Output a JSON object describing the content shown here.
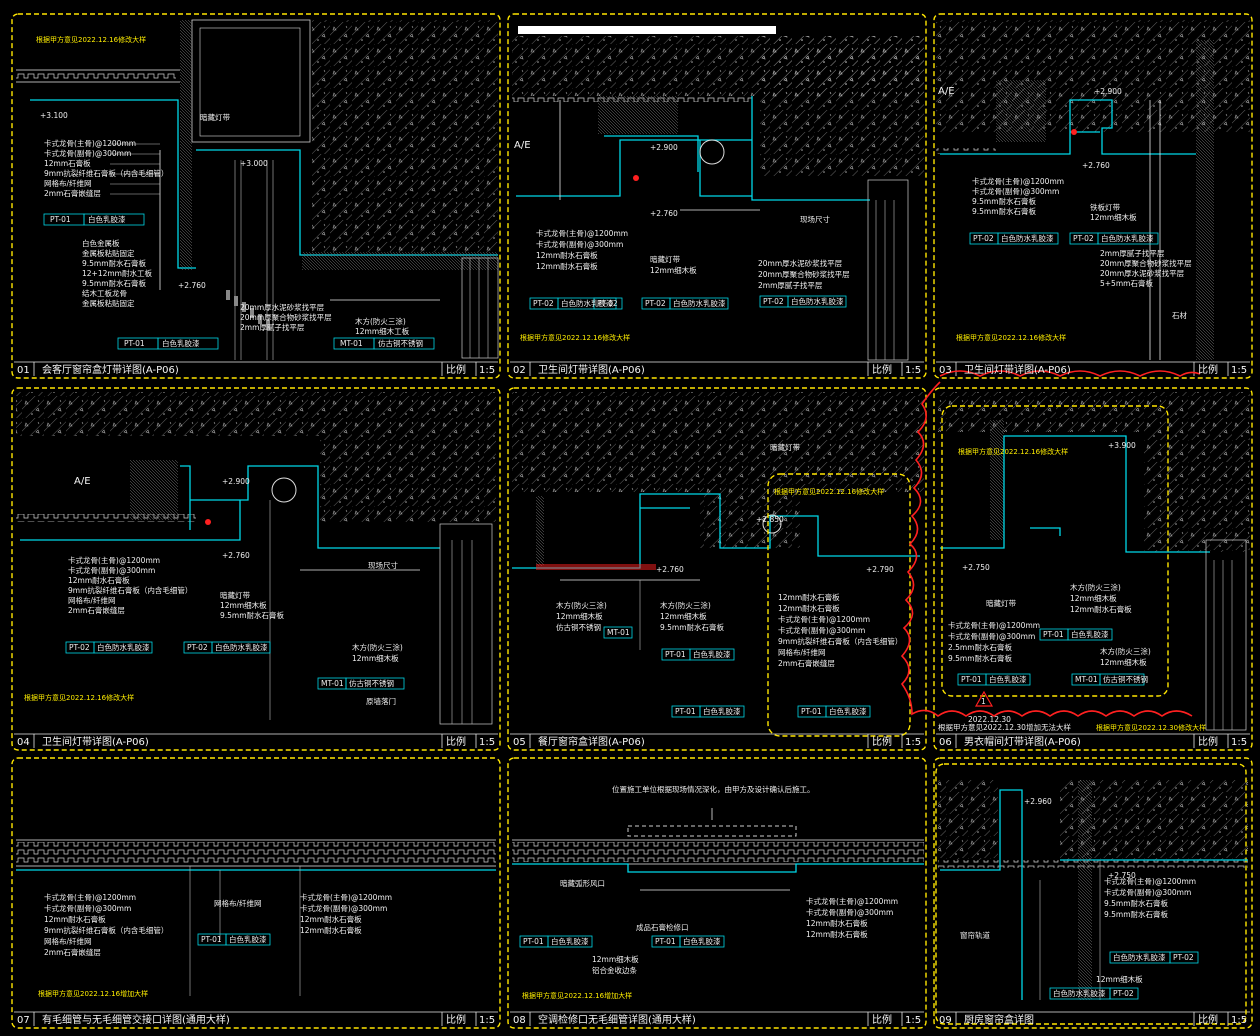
{
  "panels": [
    {
      "num": "01",
      "title": "会客厅窗帘盒灯带详图(A-P06)",
      "scale_label": "比例",
      "scale": "1:5",
      "note": "根据甲方意见2022.12.16修改大样",
      "elev1": "+3.100",
      "elev2": "+3.000",
      "elev3": "+2.760",
      "aside": "暗藏灯带",
      "labels": [
        "卡式龙骨(主骨)@1200mm",
        "卡式龙骨(副骨)@300mm",
        "12mm石膏板",
        "9mm抗裂纤维石膏板（内含毛细管）",
        "网格布/纤维网",
        "2mm石膏嵌缝层"
      ],
      "labels_b": [
        "白色金属板",
        "金属板粘贴固定",
        "9.5mm耐水石膏板",
        "12+12mm耐水工板",
        "9.5mm耐水石膏板",
        "结木工板龙骨",
        "金属板粘贴固定"
      ],
      "labels_c": [
        "20mm厚水泥砂浆找平层",
        "20mm厚聚合物砂浆找平层",
        "2mm厚腻子找平层",
        "木方(防火三涂)",
        "12mm细木工板"
      ],
      "tags": [
        {
          "code": "PT-01",
          "desc": "白色乳胶漆"
        },
        {
          "code": "PT-01",
          "desc": "白色乳胶漆"
        },
        {
          "code": "MT-01",
          "desc": "仿古铜不锈钢"
        }
      ]
    },
    {
      "num": "02",
      "title": "卫生间灯带详图(A-P06)",
      "scale_label": "比例",
      "scale": "1:5",
      "note": "根据甲方意见2022.12.16修改大样",
      "ae": "A/E",
      "elev1": "+2.900",
      "elev2": "+2.760",
      "aside": "现场尺寸",
      "labels": [
        "卡式龙骨(主骨)@1200mm",
        "卡式龙骨(副骨)@300mm",
        "12mm耐水石膏板",
        "12mm耐水石膏板"
      ],
      "labels_b": [
        "暗藏灯带",
        "12mm细木板"
      ],
      "labels_c": [
        "20mm厚水泥砂浆找平层",
        "20mm厚聚合物砂浆找平层",
        "2mm厚腻子找平层"
      ],
      "tags": [
        {
          "code": "PT-02",
          "desc": "白色防水乳胶漆"
        },
        {
          "code": "PT-02",
          "desc": ""
        },
        {
          "code": "PT-02",
          "desc": "白色防水乳胶漆"
        },
        {
          "code": "PT-02",
          "desc": "白色防水乳胶漆"
        }
      ]
    },
    {
      "num": "03",
      "title": "卫生间灯带详图(A-P06)",
      "scale_label": "比例",
      "scale": "1:5",
      "note": "根据甲方意见2022.12.16修改大样",
      "ae": "A/E",
      "elev1": "+2.900",
      "elev2": "+2.760",
      "stone": "石材",
      "labels": [
        "卡式龙骨(主骨)@1200mm",
        "卡式龙骨(副骨)@300mm",
        "9.5mm耐水石膏板",
        "9.5mm耐水石膏板"
      ],
      "labels_b": [
        "铁板灯带",
        "12mm细木板"
      ],
      "labels_c": [
        "2mm厚腻子找平层",
        "20mm厚聚合物砂浆找平层",
        "20mm厚水泥砂浆找平层",
        "5+5mm石膏板"
      ],
      "tags": [
        {
          "code": "PT-02",
          "desc": "白色防水乳胶漆"
        },
        {
          "code": "PT-02",
          "desc": "白色防水乳胶漆"
        }
      ]
    },
    {
      "num": "04",
      "title": "卫生间灯带详图(A-P06)",
      "scale_label": "比例",
      "scale": "1:5",
      "note": "根据甲方意见2022.12.16修改大样",
      "ae": "A/E",
      "elev1": "+2.900",
      "elev2": "+2.760",
      "aside": "现场尺寸",
      "door": "原墙落门",
      "labels": [
        "卡式龙骨(主骨)@1200mm",
        "卡式龙骨(副骨)@300mm",
        "12mm耐水石膏板",
        "9mm抗裂纤维石膏板（内含毛细管）",
        "网格布/纤维网",
        "2mm石膏嵌缝层"
      ],
      "labels_b": [
        "暗藏灯带",
        "12mm细木板",
        "9.5mm耐水石膏板"
      ],
      "labels_c": [
        "木方(防火三涂)",
        "12mm细木板"
      ],
      "tags": [
        {
          "code": "PT-02",
          "desc": "白色防水乳胶漆"
        },
        {
          "code": "PT-02",
          "desc": "白色防水乳胶漆"
        },
        {
          "code": "MT-01",
          "desc": "仿古铜不锈钢"
        }
      ]
    },
    {
      "num": "05",
      "title": "餐厅窗帘盒详图(A-P06)",
      "scale_label": "比例",
      "scale": "1:5",
      "note": "根据甲方意见2022.12.16修改大样",
      "elev1": "+2.850",
      "elev2": "+2.760",
      "elev3": "+2.790",
      "aside": "暗藏灯带",
      "labels": [
        "木方(防火三涂)",
        "12mm细木板",
        "仿古铜不锈钢"
      ],
      "labels_b": [
        "木方(防火三涂)",
        "12mm细木板",
        "9.5mm耐水石膏板"
      ],
      "labels_c": [
        "12mm耐水石膏板",
        "12mm耐水石膏板",
        "卡式龙骨(主骨)@1200mm",
        "卡式龙骨(副骨)@300mm",
        "9mm抗裂纤维石膏板（内含毛细管）",
        "网格布/纤维网",
        "2mm石膏嵌缝层"
      ],
      "tags": [
        {
          "code": "MT-01",
          "desc": ""
        },
        {
          "code": "PT-01",
          "desc": "白色乳胶漆"
        },
        {
          "code": "PT-01",
          "desc": "白色乳胶漆"
        },
        {
          "code": "PT-01",
          "desc": "白色乳胶漆"
        }
      ]
    },
    {
      "num": "06",
      "title": "男衣帽间灯带详图(A-P06)",
      "scale_label": "比例",
      "scale": "1:5",
      "note": "根据甲方意见2022.12.16修改大样",
      "elev1": "+3.900",
      "elev2": "+2.750",
      "aside": "暗藏灯带",
      "labels": [
        "卡式龙骨(主骨)@1200mm",
        "卡式龙骨(副骨)@300mm",
        "2.5mm耐水石膏板",
        "9.5mm耐水石膏板"
      ],
      "labels_b": [
        "木方(防火三涂)",
        "12mm细木板",
        "12mm耐水石膏板"
      ],
      "labels_c": [
        "木方(防火三涂)",
        "12mm细木板"
      ],
      "tags": [
        {
          "code": "PT-01",
          "desc": "白色乳胶漆"
        },
        {
          "code": "PT-01",
          "desc": "白色乳胶漆"
        },
        {
          "code": "MT-01",
          "desc": "仿古铜不锈钢"
        }
      ]
    },
    {
      "num": "07",
      "title": "有毛细管与无毛细管交接口详图(通用大样)",
      "scale_label": "比例",
      "scale": "1:5",
      "note": "根据甲方意见2022.12.16增加大样",
      "labels": [
        "卡式龙骨(主骨)@1200mm",
        "卡式龙骨(副骨)@300mm",
        "12mm耐水石膏板",
        "9mm抗裂纤维石膏板（内含毛细管）",
        "网格布/纤维网",
        "2mm石膏嵌缝层"
      ],
      "labels_b": [
        "网格布/纤维网"
      ],
      "labels_c": [
        "卡式龙骨(主骨)@1200mm",
        "卡式龙骨(副骨)@300mm",
        "12mm耐水石膏板",
        "12mm耐水石膏板"
      ],
      "tags": [
        {
          "code": "PT-01",
          "desc": "白色乳胶漆"
        }
      ]
    },
    {
      "num": "08",
      "title": "空调检修口无毛细管详图(通用大样)",
      "scale_label": "比例",
      "scale": "1:5",
      "note": "根据甲方意见2022.12.16增加大样",
      "top_note": "位置施工单位根据现场情况深化，由甲方及设计确认后施工。",
      "labels": [
        "暗藏弧形风口",
        "成品石膏检修口"
      ],
      "labels_b": [
        "12mm细木板",
        "铝合金收边条"
      ],
      "labels_c": [
        "卡式龙骨(主骨)@1200mm",
        "卡式龙骨(副骨)@300mm",
        "12mm耐水石膏板",
        "12mm耐水石膏板"
      ],
      "tags": [
        {
          "code": "PT-01",
          "desc": "白色乳胶漆"
        },
        {
          "code": "PT-01",
          "desc": "白色乳胶漆"
        }
      ]
    },
    {
      "num": "09",
      "title": "厨房窗帘盒详图",
      "scale_label": "比例",
      "scale": "1:5",
      "note": "根据甲方意见2022.12.16修改大样",
      "elev1": "+2.960",
      "elev2": "+2.750",
      "aside": "窗帘轨道",
      "labels": [
        "卡式龙骨(主骨)@1200mm",
        "卡式龙骨(副骨)@300mm",
        "9.5mm耐水石膏板",
        "9.5mm耐水石膏板"
      ],
      "labels_b": [
        "12mm细木板"
      ],
      "tags": [
        {
          "code": "PT-02",
          "desc": "白色防水乳胶漆"
        },
        {
          "code": "PT-02",
          "desc": "白色防水乳胶漆"
        }
      ]
    }
  ],
  "revision": {
    "triangle": "1",
    "note1": "2022.12.30",
    "note2": "根据甲方意见2022.12.30增加无法大样",
    "note3": "根据甲方意见2022.12.30修改大样"
  },
  "colors": {
    "cyan": "#00d8e8",
    "yellow": "#ffe600",
    "red": "#ff2020",
    "text": "#f0f0f0",
    "hatch": "#9a9a9a"
  }
}
